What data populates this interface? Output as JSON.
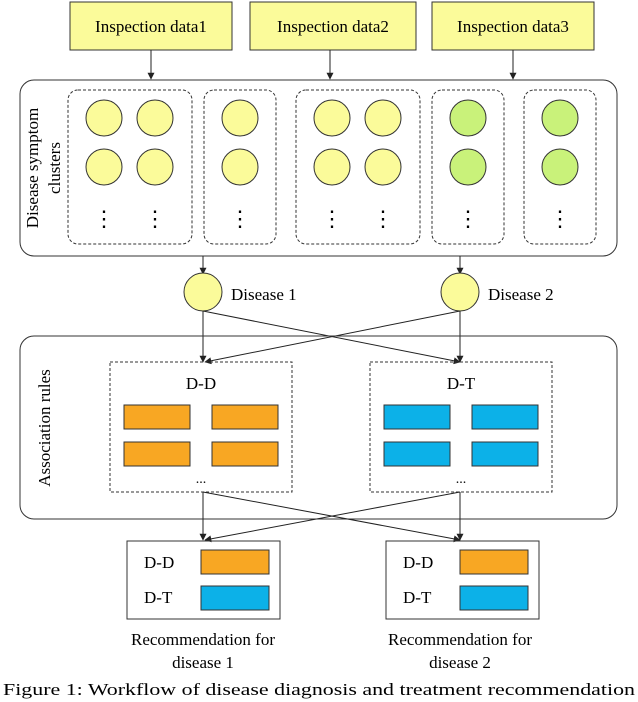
{
  "inputs": [
    "Inspection data1",
    "Inspection data2",
    "Inspection data3"
  ],
  "clusters": {
    "label_line1": "Disease symptom",
    "label_line2": "clusters",
    "vdots": "⋮"
  },
  "diseases": [
    "Disease 1",
    "Disease 2"
  ],
  "association": {
    "label": "Association rules",
    "dd": "D-D",
    "dt": "D-T",
    "ellipsis": "..."
  },
  "recommendations": [
    {
      "dd": "D-D",
      "dt": "D-T",
      "caption_line1": "Recommendation for",
      "caption_line2": "disease 1"
    },
    {
      "dd": "D-D",
      "dt": "D-T",
      "caption_line1": "Recommendation for",
      "caption_line2": "disease 2"
    }
  ],
  "caption": "Figure 1: Workflow of disease diagnosis and treatment recommendation",
  "colors": {
    "input_fill": "#FBFB9A",
    "circle_yellow": "#FBFB9A",
    "circle_green": "#C9F27A",
    "orange": "#F8A723",
    "blue": "#0CB1E8"
  }
}
